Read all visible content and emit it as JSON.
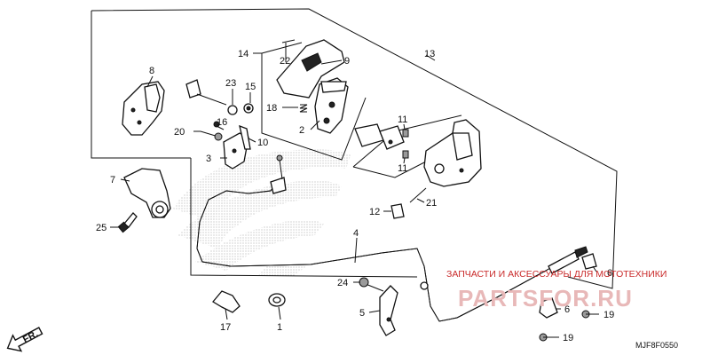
{
  "callouts": {
    "p1": "1",
    "p2": "2",
    "p3": "3",
    "p4": "4",
    "p5": "5",
    "p6a": "6",
    "p6b": "6",
    "p7": "7",
    "p8": "8",
    "p9": "9",
    "p10": "10",
    "p11a": "11",
    "p11b": "11",
    "p12": "12",
    "p13": "13",
    "p14": "14",
    "p15": "15",
    "p16": "16",
    "p17": "17",
    "p18": "18",
    "p19a": "19",
    "p19b": "19",
    "p20": "20",
    "p21": "21",
    "p22": "22",
    "p23": "23",
    "p24": "24",
    "p25": "25"
  },
  "direction_label": "FR.",
  "diagram_code": "MJF8F0550",
  "watermark": {
    "line1": "ЗАПЧАСТИ И АКСЕССУАРЫ ДЛЯ МОТОТЕХНИКИ",
    "line2": "PARTSFOR.RU"
  },
  "colors": {
    "watermark_red": "#c92a2a",
    "watermark_pink": "#e8b8b8",
    "ink": "#111111"
  }
}
